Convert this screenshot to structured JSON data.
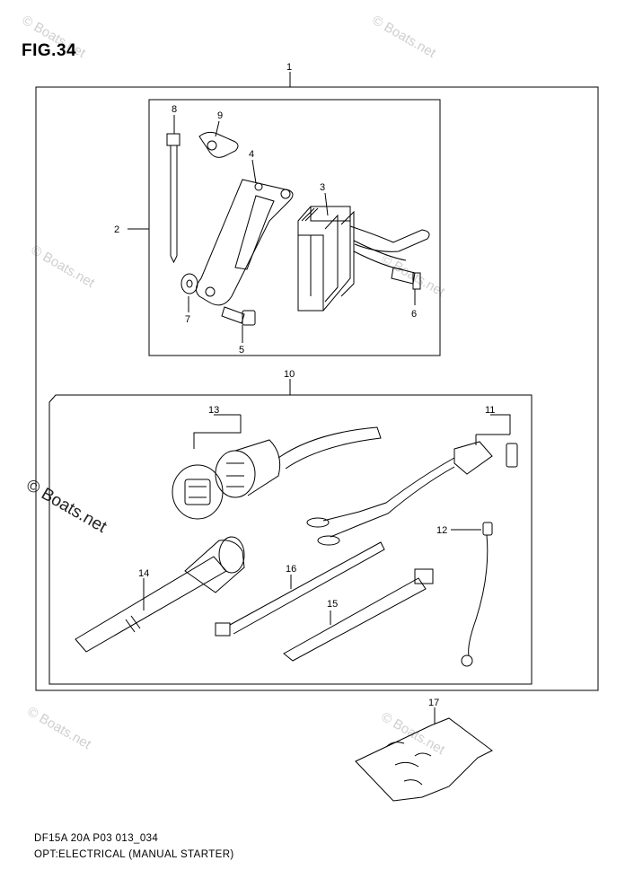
{
  "figure": {
    "title": "FIG.34"
  },
  "watermark": {
    "text": "© Boats.net"
  },
  "captions": {
    "code": "DF15A 20A P03 013_034",
    "description": "OPT:ELECTRICAL (MANUAL STARTER)"
  },
  "callouts": {
    "c1": "1",
    "c2": "2",
    "c3": "3",
    "c4": "4",
    "c5": "5",
    "c6": "6",
    "c7": "7",
    "c8": "8",
    "c9": "9",
    "c10": "10",
    "c11": "11",
    "c12": "12",
    "c13": "13",
    "c14": "14",
    "c15": "15",
    "c16": "16",
    "c17": "17"
  }
}
